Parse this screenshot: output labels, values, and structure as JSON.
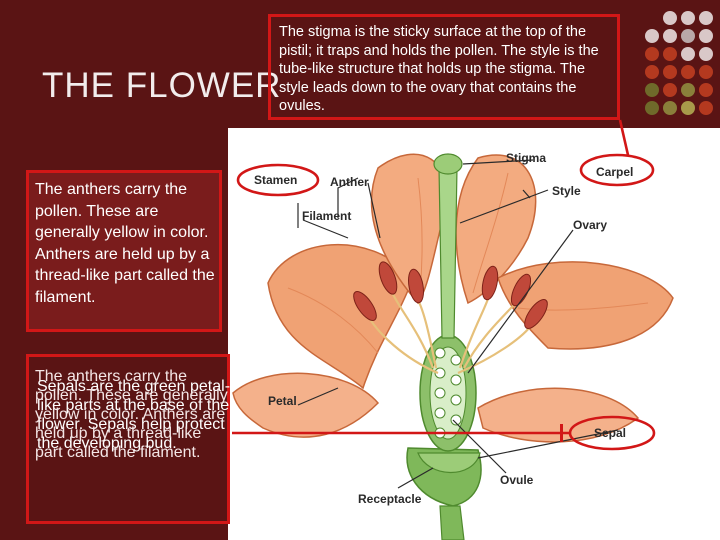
{
  "title": "THE FLOWER",
  "stigma_text": "The stigma is the sticky surface at the top of the pistil; it traps and holds the pollen.  The style is the tube-like structure that holds up the stigma.  The style leads down to the ovary that contains the ovules.",
  "anthers_text": "The anthers carry the pollen.  These are generally yellow in color.  Anthers are held up by a thread-like part called the filament.",
  "sepal_text": "Sepals are the green petal-like parts at the base of the flower.  Sepals help protect the developing bud.",
  "anthers_text_overlap": "The anthers carry the pollen.  These are generally yellow in color.  Anthers are held up by a thread-like part called the filament.",
  "labels": {
    "stigma": "Stigma",
    "carpel": "Carpel",
    "stamen": "Stamen",
    "anther": "Anther",
    "style": "Style",
    "filament": "Filament",
    "ovary": "Ovary",
    "petal": "Petal",
    "sepal": "Sepal",
    "ovule": "Ovule",
    "receptacle": "Receptacle"
  },
  "colors": {
    "background": "#5a1414",
    "highlight": "#d21717",
    "petal": "#f0a274",
    "stem": "#8dc06a",
    "anther": "#c0483a"
  }
}
